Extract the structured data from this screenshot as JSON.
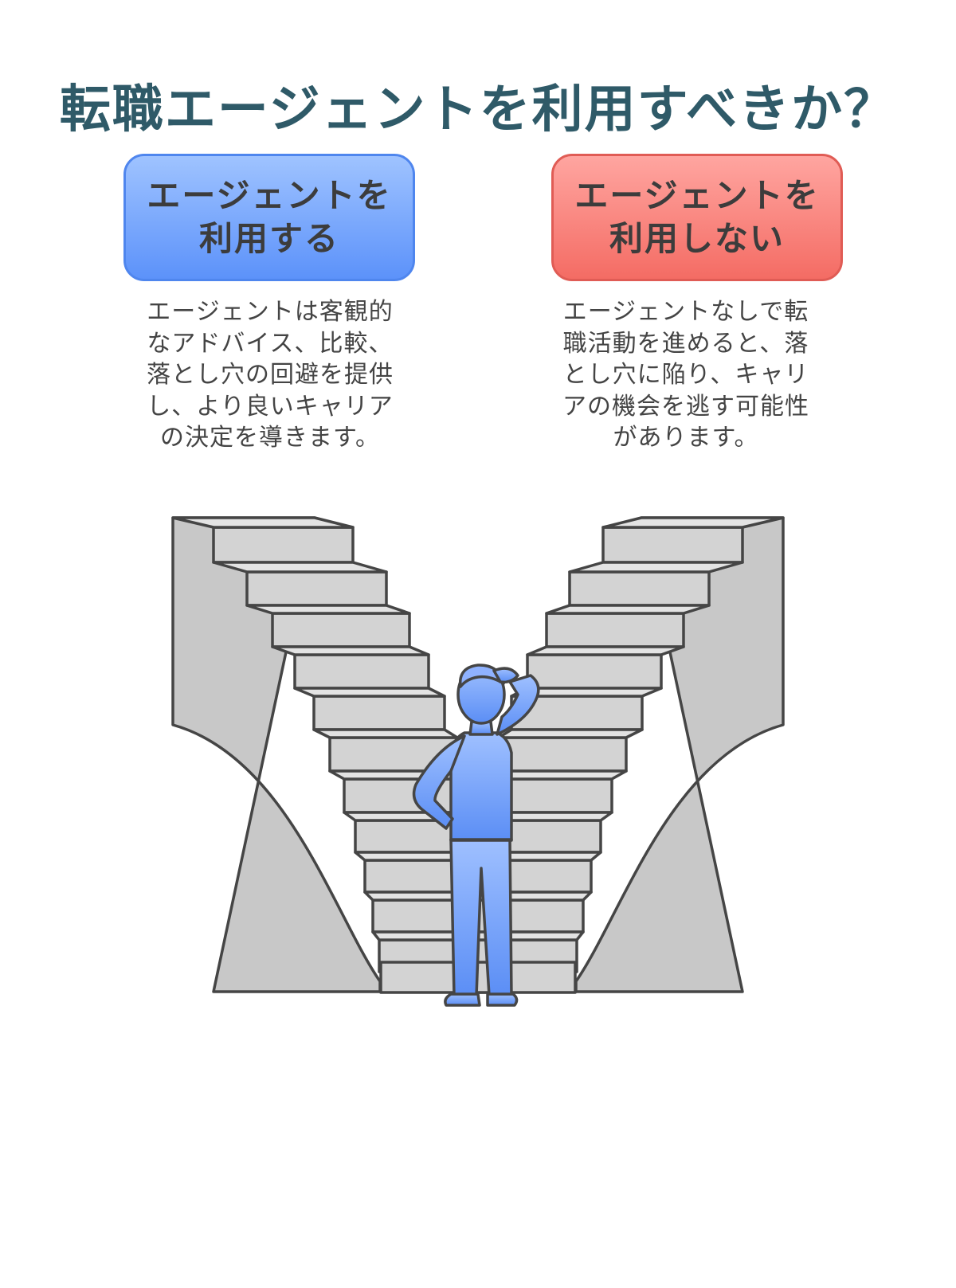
{
  "title": "転職エージェントを利用すべきか？",
  "options": {
    "use": {
      "label": "エージェントを\n利用する",
      "description": "エージェントは客観的\nなアドバイス、比較、\n落とし穴の回避を提供\nし、より良いキャリア\nの決定を導きます。",
      "color": "#5c92fa"
    },
    "no_use": {
      "label": "エージェントを\n利用しない",
      "description": "エージェントなしで転\n職活動を進めると、落\nとし穴に陥り、キャリ\nアの機会を逃す可能性\nがあります。",
      "color": "#f46c64"
    }
  },
  "illustration": {
    "icons": [
      "stairs-left-icon",
      "stairs-right-icon",
      "person-thinking-icon"
    ],
    "stair_color": "#d3d3d3",
    "person_color": "#6b9cfb",
    "outline_color": "#454545"
  }
}
